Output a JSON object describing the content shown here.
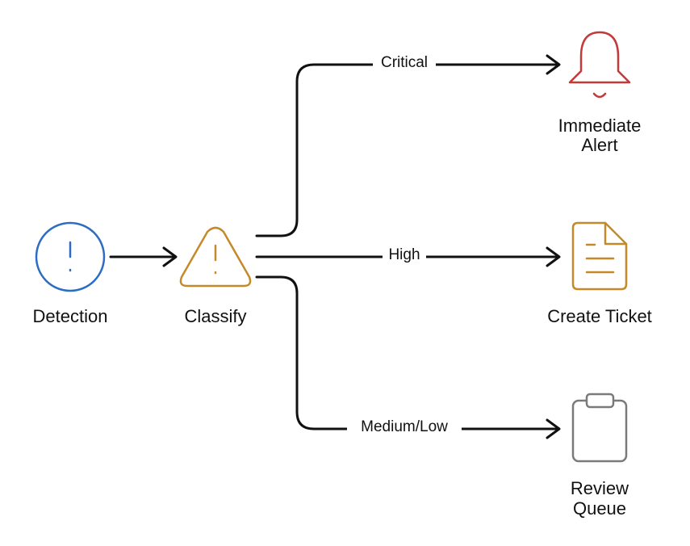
{
  "nodes": {
    "detection": {
      "label": "Detection",
      "icon": "alert-circle-icon",
      "color": "#2b6cc4"
    },
    "classify": {
      "label": "Classify",
      "icon": "warning-triangle-icon",
      "color": "#c48a2a"
    },
    "alert": {
      "label_line1": "Immediate",
      "label_line2": "Alert",
      "icon": "bell-icon",
      "color": "#c43a3a"
    },
    "ticket": {
      "label": "Create Ticket",
      "icon": "document-icon",
      "color": "#c48a2a"
    },
    "review": {
      "label_line1": "Review",
      "label_line2": "Queue",
      "icon": "clipboard-icon",
      "color": "#7a7a7a"
    }
  },
  "edges": {
    "critical": {
      "label": "Critical"
    },
    "high": {
      "label": "High"
    },
    "medium_low": {
      "label": "Medium/Low"
    }
  }
}
